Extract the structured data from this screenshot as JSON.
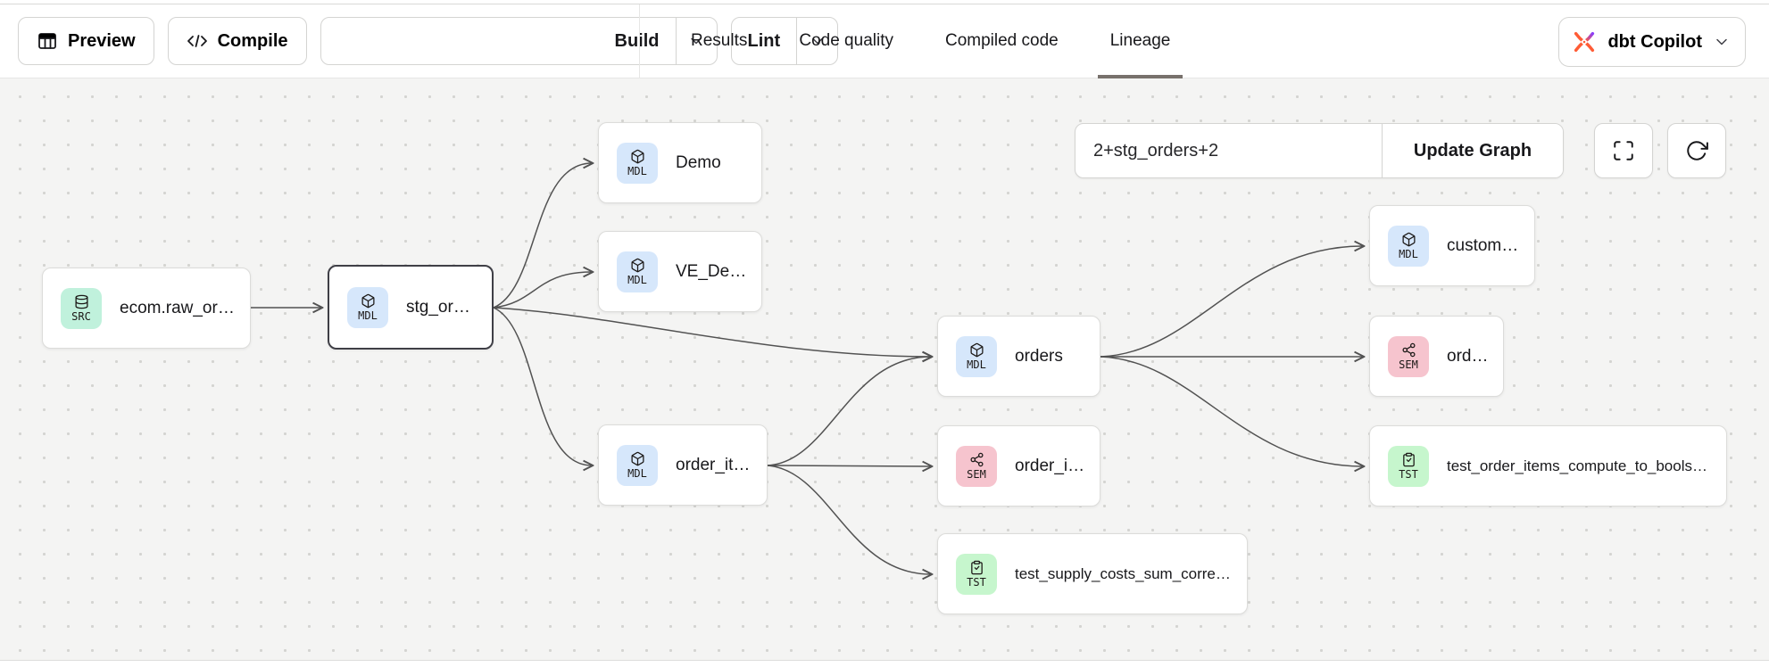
{
  "topbar": {
    "buttons": [
      {
        "label": "Preview",
        "icon": "table-icon"
      },
      {
        "label": "Compile",
        "icon": "code-icon"
      },
      {
        "label": "Build",
        "icon": "wrench-icon",
        "split": true
      },
      {
        "label": "Lint",
        "split": true
      }
    ],
    "tabs": [
      {
        "label": "Results",
        "active": false
      },
      {
        "label": "Code quality",
        "active": false
      },
      {
        "label": "Compiled code",
        "active": false
      },
      {
        "label": "Lineage",
        "active": true
      }
    ],
    "copilot": {
      "label": "dbt Copilot",
      "icon": "dbt-copilot-icon"
    }
  },
  "lineage_controls": {
    "selector_value": "2+stg_orders+2",
    "update_button_label": "Update Graph",
    "icons": [
      "fullscreen-icon",
      "refresh-icon"
    ]
  },
  "graph": {
    "nodes": [
      {
        "id": "ecom.raw_orders",
        "badge": "SRC",
        "label": "ecom.raw_orders",
        "selected": false
      },
      {
        "id": "stg_orders",
        "badge": "MDL",
        "label": "stg_orders",
        "selected": true
      },
      {
        "id": "Demo",
        "badge": "MDL",
        "label": "Demo",
        "selected": false
      },
      {
        "id": "VE_Demo",
        "badge": "MDL",
        "label": "VE_Demo",
        "selected": false
      },
      {
        "id": "orders_model",
        "badge": "MDL",
        "label": "orders",
        "selected": false
      },
      {
        "id": "order_items",
        "badge": "MDL",
        "label": "order_items",
        "selected": false
      },
      {
        "id": "order_item_sem",
        "badge": "SEM",
        "label": "order_item",
        "selected": false
      },
      {
        "id": "test_supply",
        "badge": "TST",
        "label": "test_supply_costs_sum_correctly",
        "selected": false
      },
      {
        "id": "customers",
        "badge": "MDL",
        "label": "customers",
        "selected": false
      },
      {
        "id": "orders_sem",
        "badge": "SEM",
        "label": "orders",
        "selected": false
      },
      {
        "id": "test_order_items",
        "badge": "TST",
        "label": "test_order_items_compute_to_bools_c...",
        "selected": false
      }
    ],
    "edges": [
      {
        "from": "ecom.raw_orders",
        "to": "stg_orders"
      },
      {
        "from": "stg_orders",
        "to": "Demo"
      },
      {
        "from": "stg_orders",
        "to": "VE_Demo"
      },
      {
        "from": "stg_orders",
        "to": "orders_model"
      },
      {
        "from": "stg_orders",
        "to": "order_items"
      },
      {
        "from": "order_items",
        "to": "orders_model"
      },
      {
        "from": "order_items",
        "to": "order_item_sem"
      },
      {
        "from": "order_items",
        "to": "test_supply"
      },
      {
        "from": "orders_model",
        "to": "customers"
      },
      {
        "from": "orders_model",
        "to": "orders_sem"
      },
      {
        "from": "orders_model",
        "to": "test_order_items"
      }
    ]
  },
  "colors": {
    "badge_src": "#c0f1dc",
    "badge_mdl": "#d6e7fb",
    "badge_sem": "#f6c4ce",
    "badge_tst": "#c6f6cd",
    "edge": "#525252",
    "selected_border": "#3f3f46",
    "tab_underline": "#78716c",
    "copilot_orange": "#ff5c35",
    "copilot_purple": "#8a3ffc"
  }
}
